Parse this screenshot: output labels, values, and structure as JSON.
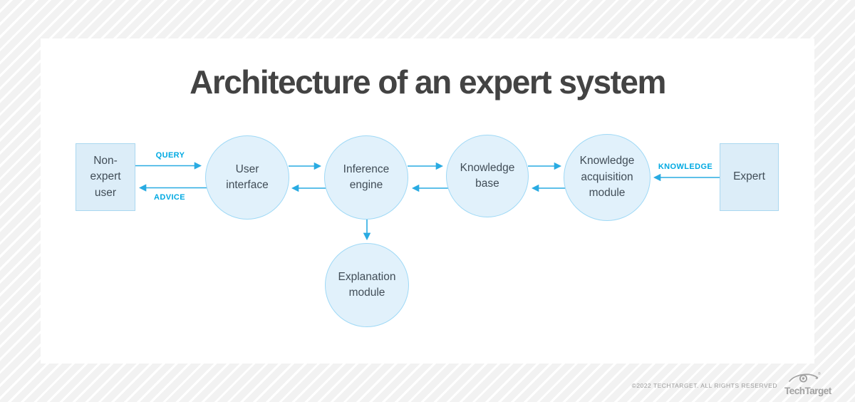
{
  "title": "Architecture of an expert system",
  "nodes": {
    "non_expert_user": {
      "label": "Non-\nexpert\nuser",
      "shape": "rect"
    },
    "user_interface": {
      "label": "User\ninterface",
      "shape": "circle"
    },
    "inference_engine": {
      "label": "Inference\nengine",
      "shape": "circle"
    },
    "knowledge_base": {
      "label": "Knowledge\nbase",
      "shape": "circle"
    },
    "knowledge_acquisition": {
      "label": "Knowledge\nacquisition\nmodule",
      "shape": "circle"
    },
    "expert": {
      "label": "Expert",
      "shape": "rect"
    },
    "explanation_module": {
      "label": "Explanation\nmodule",
      "shape": "circle"
    }
  },
  "flow_labels": {
    "query": "QUERY",
    "advice": "ADVICE",
    "knowledge": "KNOWLEDGE"
  },
  "edges": [
    {
      "from": "non_expert_user",
      "to": "user_interface",
      "label": "QUERY"
    },
    {
      "from": "user_interface",
      "to": "non_expert_user",
      "label": "ADVICE"
    },
    {
      "from": "user_interface",
      "to": "inference_engine",
      "label": ""
    },
    {
      "from": "inference_engine",
      "to": "user_interface",
      "label": ""
    },
    {
      "from": "inference_engine",
      "to": "knowledge_base",
      "label": ""
    },
    {
      "from": "knowledge_base",
      "to": "inference_engine",
      "label": ""
    },
    {
      "from": "knowledge_base",
      "to": "knowledge_acquisition",
      "label": ""
    },
    {
      "from": "knowledge_acquisition",
      "to": "knowledge_base",
      "label": ""
    },
    {
      "from": "expert",
      "to": "knowledge_acquisition",
      "label": "KNOWLEDGE"
    },
    {
      "from": "inference_engine",
      "to": "explanation_module",
      "label": ""
    }
  ],
  "colors": {
    "arrow": "#29abe2",
    "flow_label": "#00a9e2",
    "rect_fill": "#dcedf8",
    "rect_border": "#a9d7f0",
    "circle_fill": "#e1f1fb",
    "circle_border": "#9fd9f6",
    "node_text": "#414d57",
    "title_text": "#434343",
    "footer_gray": "#9c9c9c"
  },
  "footer": {
    "copyright": "©2022 TECHTARGET. ALL RIGHTS RESERVED",
    "logo_text": "TechTarget"
  }
}
